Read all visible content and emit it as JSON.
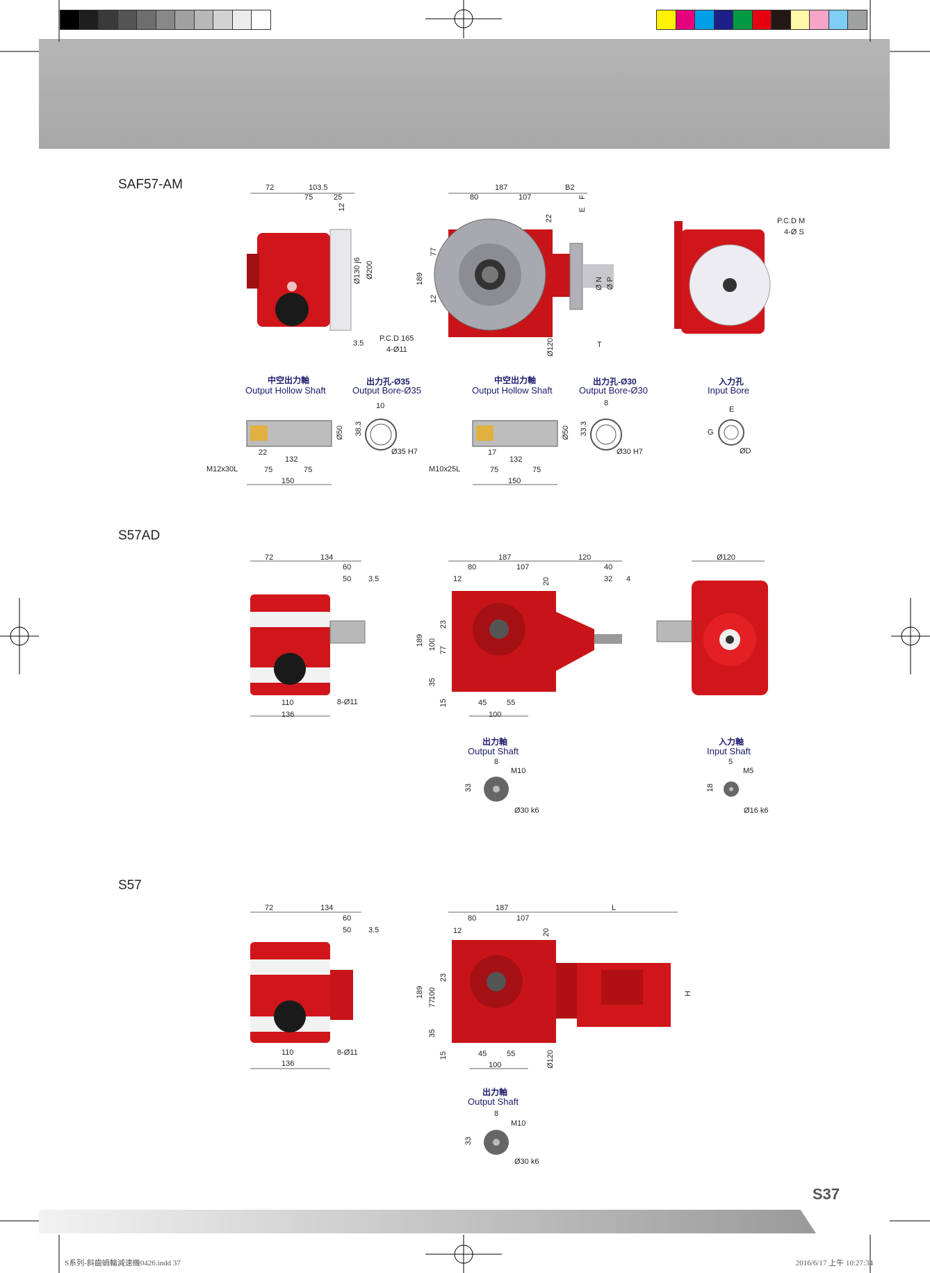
{
  "gray_swatches": [
    "#000000",
    "#1e1e1e",
    "#3a3a3a",
    "#555555",
    "#6e6e6e",
    "#888888",
    "#a0a0a0",
    "#b8b8b8",
    "#d2d2d2",
    "#ececec",
    "#ffffff"
  ],
  "color_swatches": [
    "#fff200",
    "#e5007e",
    "#00a0e9",
    "#1d2088",
    "#009944",
    "#e60012",
    "#231815",
    "#fff7a8",
    "#f6a5c8",
    "#7ecef4",
    "#9fa0a0"
  ],
  "sections": {
    "saf57_am": {
      "title": "SAF57-AM",
      "dims_side": [
        "72",
        "103.5",
        "75",
        "25",
        "12",
        "Ø130 j6",
        "Ø200",
        "3.5"
      ],
      "dims_front": [
        "187",
        "80",
        "107",
        "B2",
        "F",
        "E",
        "22",
        "77",
        "189",
        "12",
        "Ø N",
        "Ø P",
        "P.C.D 165",
        "4-Ø11",
        "Ø120",
        "T"
      ],
      "dims_end": [
        "P.C.D M",
        "4-Ø S"
      ],
      "shaft1": {
        "cn": "中空出力軸",
        "en": "Output Hollow Shaft",
        "dims": [
          "Ø50",
          "M12x30L",
          "22",
          "132",
          "75",
          "75",
          "150"
        ]
      },
      "bore1": {
        "cn": "出力孔-Ø35",
        "en": "Output Bore-Ø35",
        "dims": [
          "10",
          "38.3",
          "Ø35 H7"
        ]
      },
      "shaft2": {
        "cn": "中空出力軸",
        "en": "Output Hollow Shaft",
        "dims": [
          "Ø50",
          "M10x25L",
          "17",
          "132",
          "75",
          "75",
          "150"
        ]
      },
      "bore2": {
        "cn": "出力孔-Ø30",
        "en": "Output Bore-Ø30",
        "dims": [
          "8",
          "33.3",
          "Ø30 H7"
        ]
      },
      "input": {
        "cn": "入力孔",
        "en": "Input Bore",
        "dims": [
          "E",
          "G",
          "ØD"
        ]
      }
    },
    "s57ad": {
      "title": "S57AD",
      "dims_side": [
        "72",
        "134",
        "60",
        "50",
        "3.5",
        "110",
        "136",
        "8-Ø11"
      ],
      "dims_front": [
        "187",
        "80",
        "107",
        "120",
        "40",
        "32",
        "4",
        "12",
        "20",
        "189",
        "100",
        "23",
        "77",
        "35",
        "15",
        "45",
        "55",
        "100"
      ],
      "dims_end": [
        "Ø120"
      ],
      "out": {
        "cn": "出力軸",
        "en": "Output Shaft",
        "dims": [
          "8",
          "M10",
          "33",
          "Ø30 k6"
        ]
      },
      "in": {
        "cn": "入力軸",
        "en": "Input Shaft",
        "dims": [
          "5",
          "M5",
          "18",
          "Ø16 k6"
        ]
      }
    },
    "s57": {
      "title": "S57",
      "dims_side": [
        "72",
        "134",
        "60",
        "50",
        "3.5",
        "110",
        "136",
        "8-Ø11"
      ],
      "dims_front": [
        "187",
        "80",
        "107",
        "L",
        "12",
        "20",
        "189",
        "100",
        "23",
        "77",
        "35",
        "15",
        "45",
        "55",
        "100",
        "Ø120",
        "H"
      ],
      "out": {
        "cn": "出力軸",
        "en": "Output Shaft",
        "dims": [
          "8",
          "M10",
          "33",
          "Ø30 k6"
        ]
      }
    }
  },
  "page_number": "S37",
  "footer_left": "S系列-斜齒蝸輪減速機0426.indd   37",
  "footer_right": "2016/6/17   上午 10:27:34"
}
